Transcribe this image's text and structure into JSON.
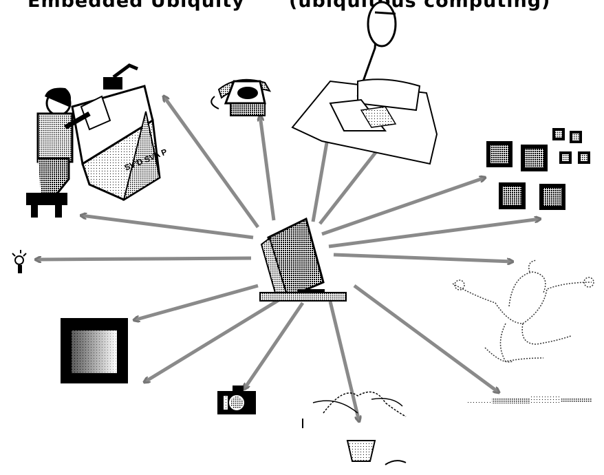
{
  "title_left": "Embedded Ubiquity",
  "title_right": "(ubiquitous computing)",
  "colors": {
    "ink": "#000000",
    "halftone_dark": "#555555",
    "halftone_mid": "#8a8a8a",
    "halftone_light": "#c4c4c4",
    "paper": "#ffffff"
  },
  "nodes": [
    {
      "id": "drafting-table-user",
      "icon": "person-at-drafting-table-icon",
      "tag_text": "SV'D SVA P"
    },
    {
      "id": "telephone",
      "icon": "rotary-telephone-icon"
    },
    {
      "id": "reader-at-desk",
      "icon": "man-reading-book-icon"
    },
    {
      "id": "tile-grid",
      "icon": "square-tiles-icon"
    },
    {
      "id": "dancer",
      "icon": "dancing-figure-icon"
    },
    {
      "id": "motion-streak",
      "icon": "motion-streak-icon"
    },
    {
      "id": "potted-plant",
      "icon": "potted-plant-icon"
    },
    {
      "id": "camera",
      "icon": "camera-icon"
    },
    {
      "id": "gradient-screen",
      "icon": "gradient-display-icon"
    },
    {
      "id": "light-bulb",
      "icon": "small-bulb-icon"
    }
  ],
  "hub": {
    "icon": "desktop-computer-icon"
  }
}
